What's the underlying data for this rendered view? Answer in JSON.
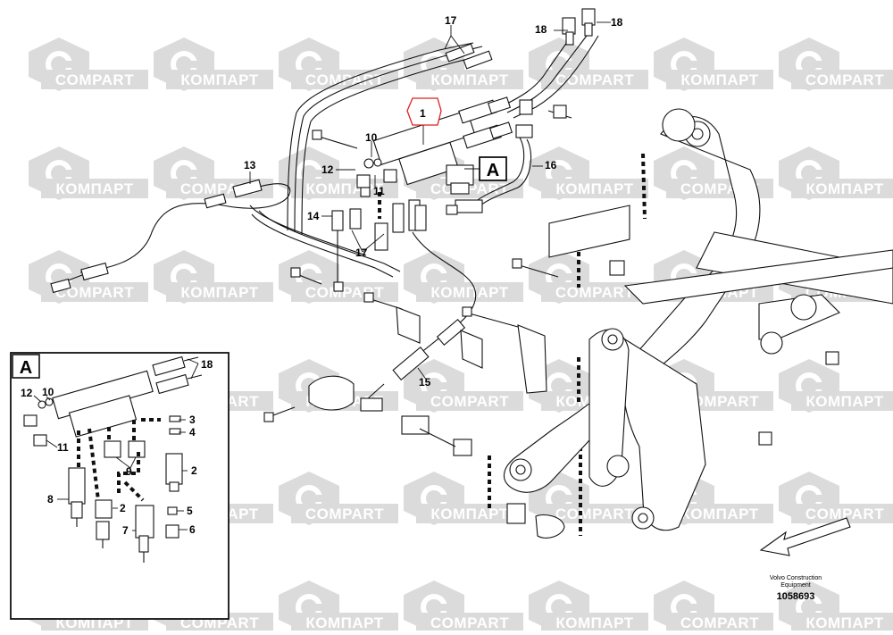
{
  "watermarks": [
    "COMPART",
    "КОМПАРТ"
  ],
  "callouts": {
    "c1": "1",
    "c10": "10",
    "c11": "11",
    "c12": "12",
    "c13": "13",
    "c14": "14",
    "c15": "15",
    "c16": "16",
    "c17_top": "17",
    "c17_mid": "17",
    "c18_a": "18",
    "c18_b": "18"
  },
  "view_marker": {
    "label": "A"
  },
  "detail": {
    "title": "A",
    "labels": {
      "d18": "18",
      "d12": "12",
      "d10": "10",
      "d11": "11",
      "d3": "3",
      "d4": "4",
      "d9": "9",
      "d2_right": "2",
      "d8": "8",
      "d2_left": "2",
      "d5": "5",
      "d7": "7",
      "d6": "6"
    }
  },
  "footer": {
    "line1": "Volvo Construction",
    "line2": "Equipment",
    "drawing_number": "1058693"
  }
}
